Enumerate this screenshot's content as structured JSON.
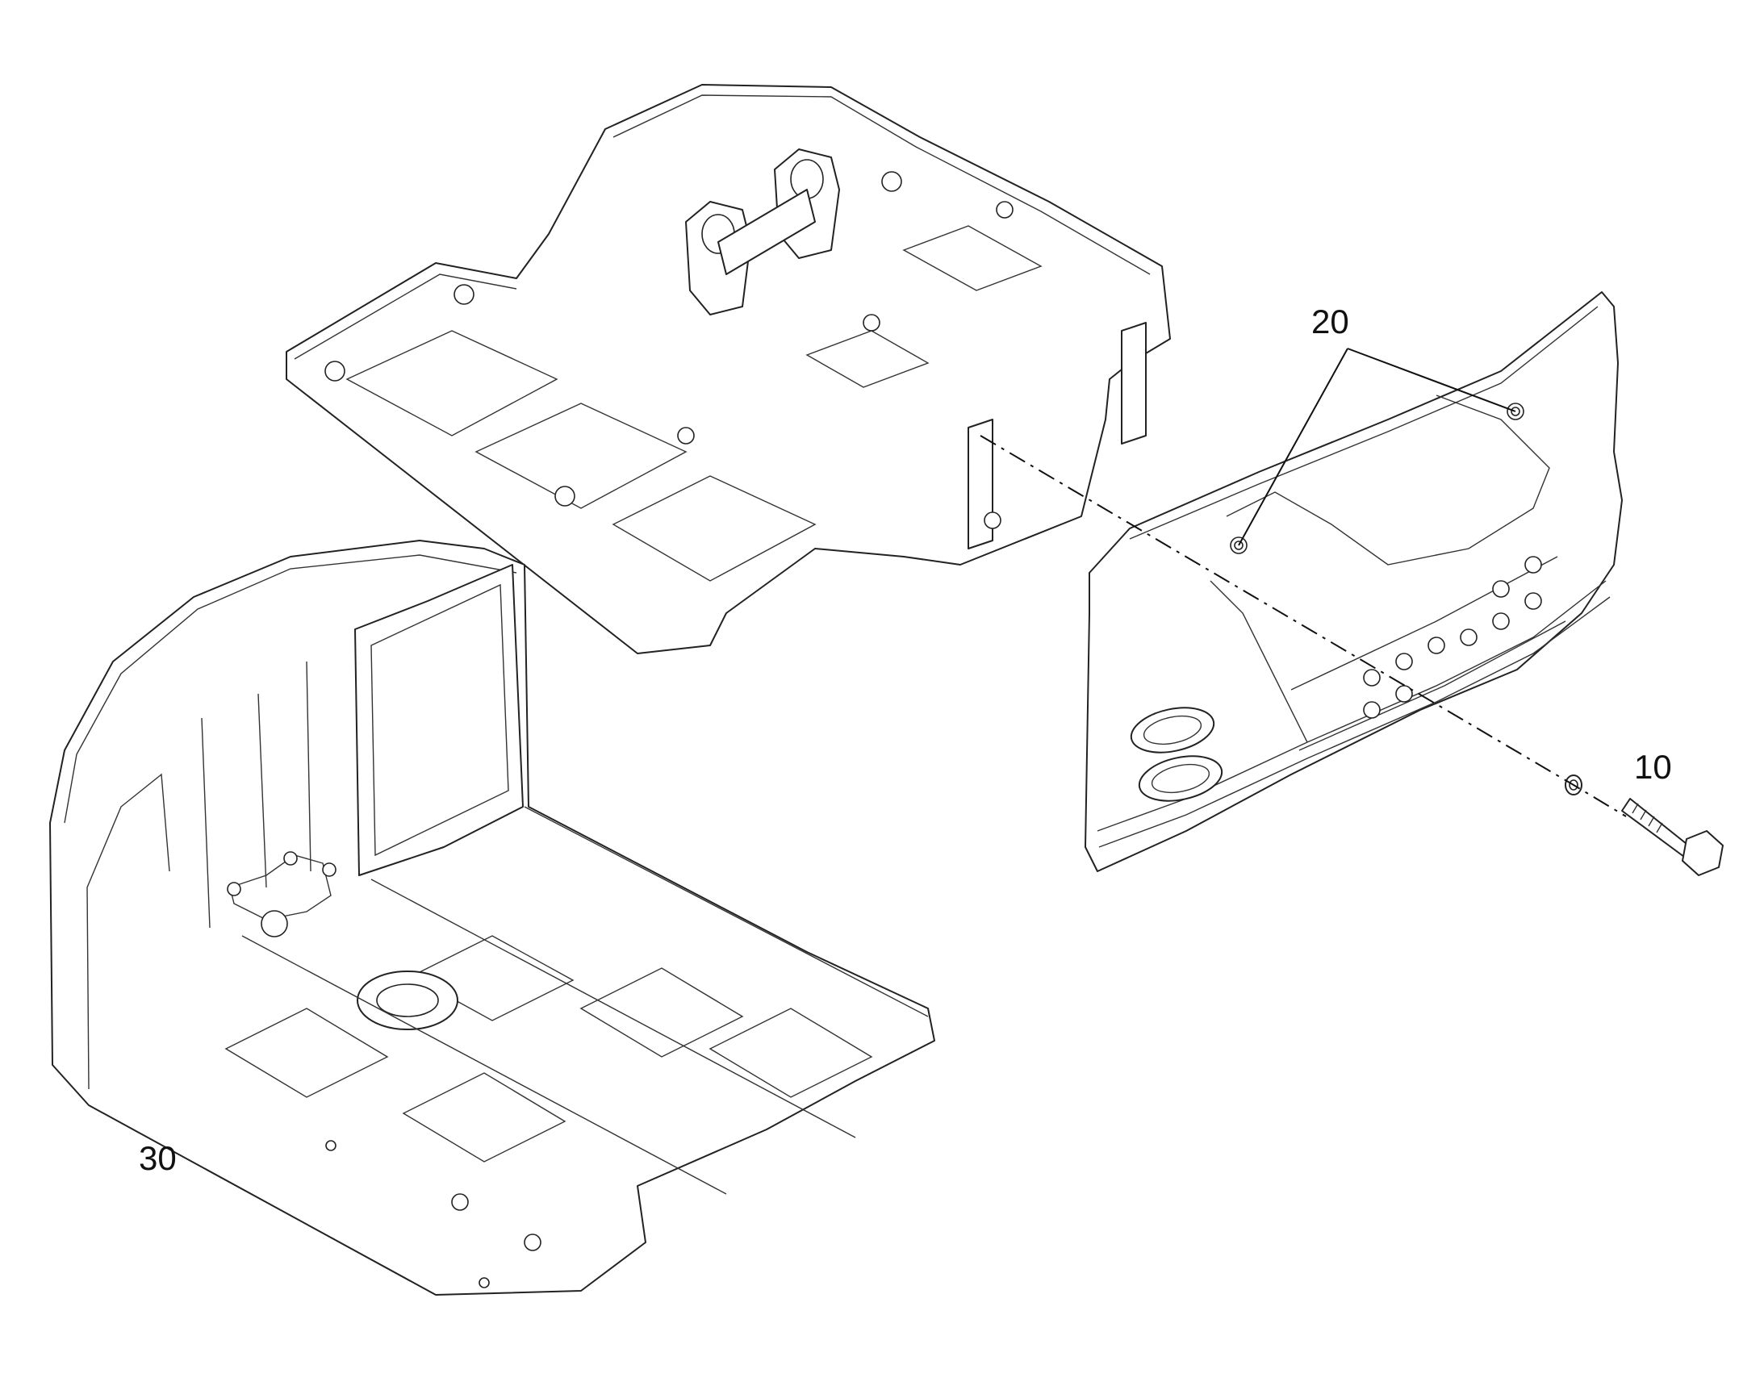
{
  "callouts": {
    "item_10": "10",
    "item_20": "20",
    "item_30": "30"
  },
  "colors": {
    "line": "#222222",
    "background": "#ffffff"
  }
}
